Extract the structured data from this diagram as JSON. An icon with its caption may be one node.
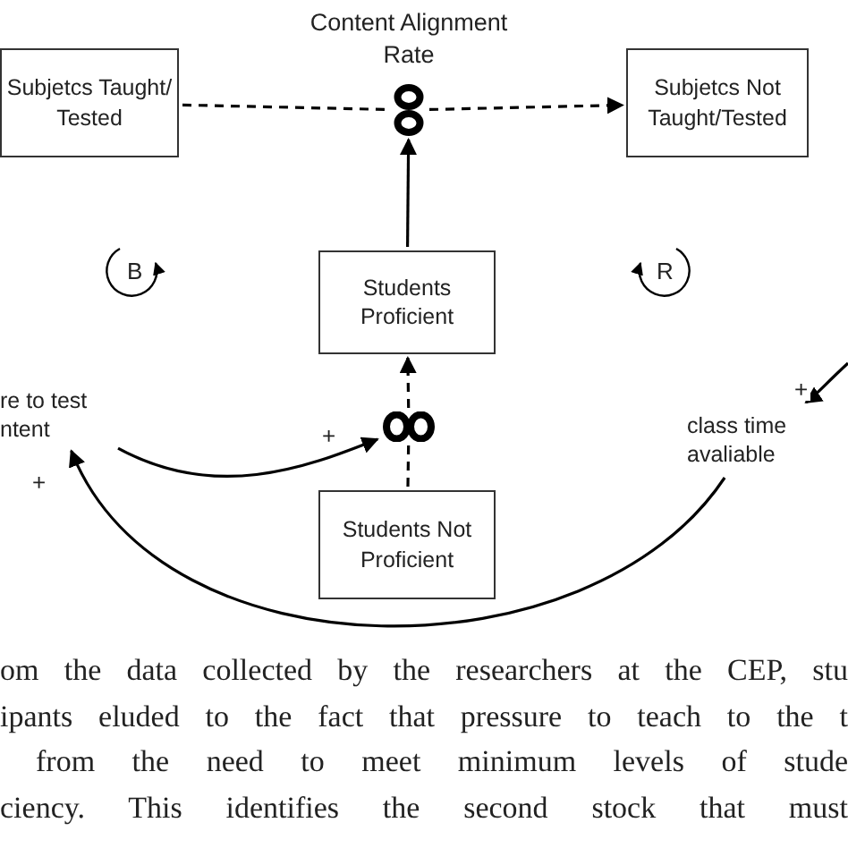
{
  "diagram": {
    "nodes": [
      {
        "text": [
          "Subjetcs Taught/ Tested"
        ]
      },
      {
        "text": [],
        "shape": "valve",
        "beside": [
          "Content Alignment Rate"
        ]
      },
      {
        "text": [
          "Subjetcs Not Taught/Tested"
        ]
      },
      {
        "text": [
          "Students Proficient"
        ]
      },
      {
        "text": [],
        "shape": "valve"
      },
      {
        "text": [
          "Students Not Proficient"
        ]
      },
      {
        "text": [
          "re to test ntent"
        ]
      },
      {
        "text": [
          "class time avaliable"
        ]
      }
    ],
    "edges": [
      {
        "from": 0,
        "to": 1,
        "arrow": "none",
        "style": "dashed"
      },
      {
        "from": 1,
        "to": 2,
        "arrow": "to",
        "style": "dashed"
      },
      {
        "from": 3,
        "to": 1,
        "arrow": "to"
      },
      {
        "from": 5,
        "to": 4,
        "arrow": "none",
        "style": "dashed"
      },
      {
        "from": 4,
        "to": 3,
        "arrow": "to",
        "style": "dashed"
      },
      {
        "from": 6,
        "to": 4,
        "arrow": "to",
        "label": "+"
      },
      {
        "from": null,
        "to": 7,
        "arrow": "to",
        "label": "+"
      },
      {
        "from": 7,
        "to": 6,
        "arrow": "to",
        "label": "+"
      }
    ],
    "labels": [
      "B",
      "R",
      "om the data collected by the researchers at the CEP, stu",
      "ipants eluded to the fact that pressure to teach to the t",
      "from the need to meet minimum levels of stude",
      "ciency. This identifies the second stock that must"
    ]
  }
}
